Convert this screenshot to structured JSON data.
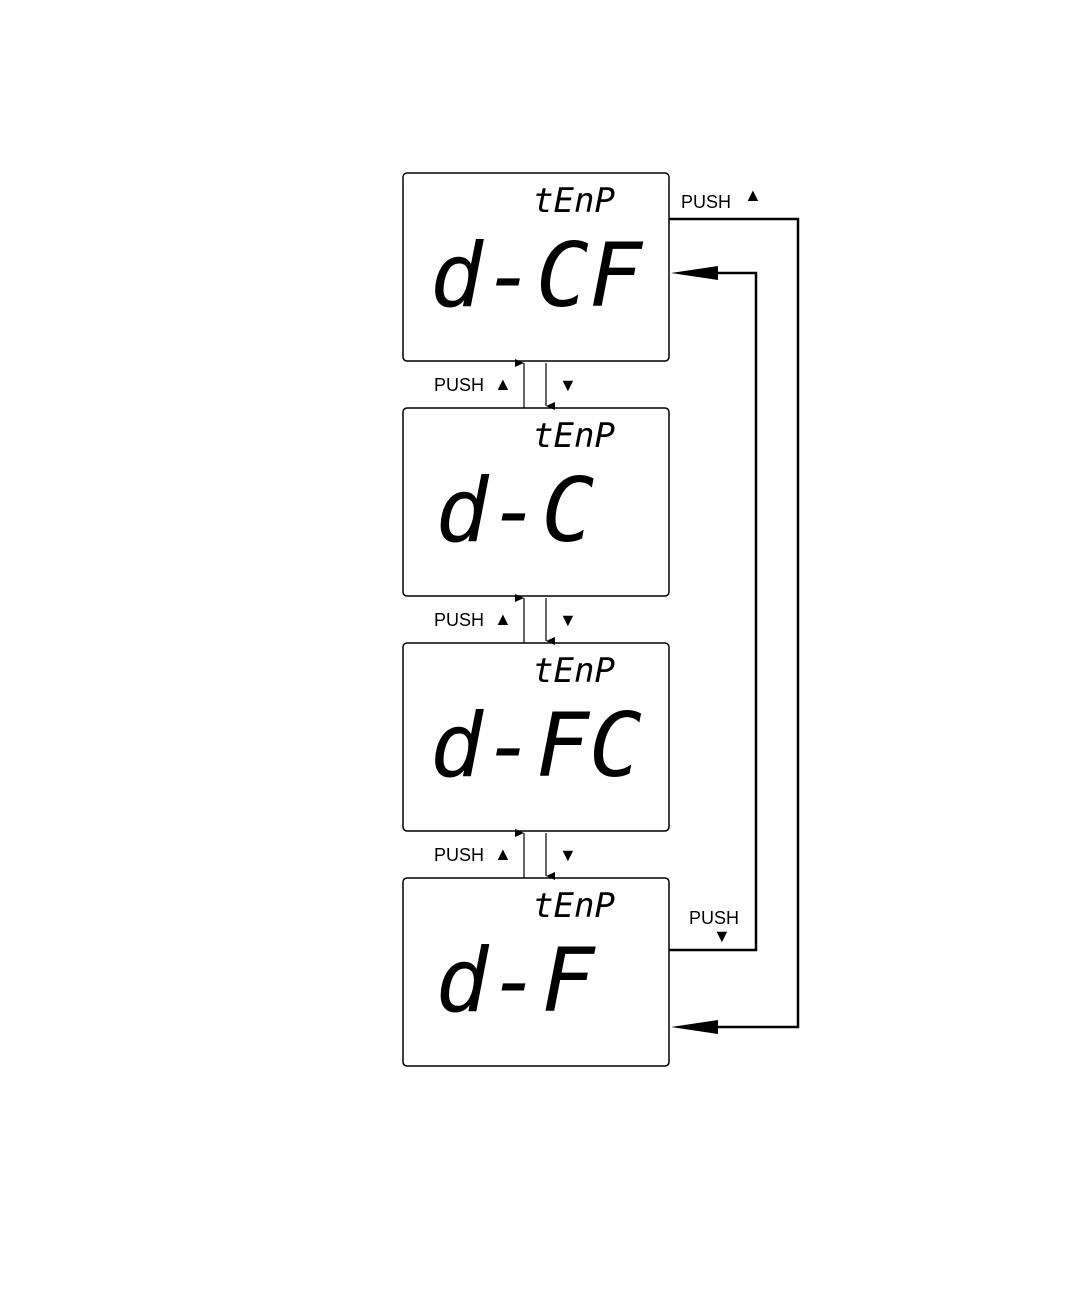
{
  "diagram": {
    "screens": [
      {
        "mode_label": "tEnP",
        "main_text": "d-CF"
      },
      {
        "mode_label": "tEnP",
        "main_text": "d-C"
      },
      {
        "mode_label": "tEnP",
        "main_text": "d-FC"
      },
      {
        "mode_label": "tEnP",
        "main_text": "d-F"
      }
    ],
    "push_label": "PUSH",
    "up_symbol": "▲",
    "down_symbol": "▼"
  }
}
